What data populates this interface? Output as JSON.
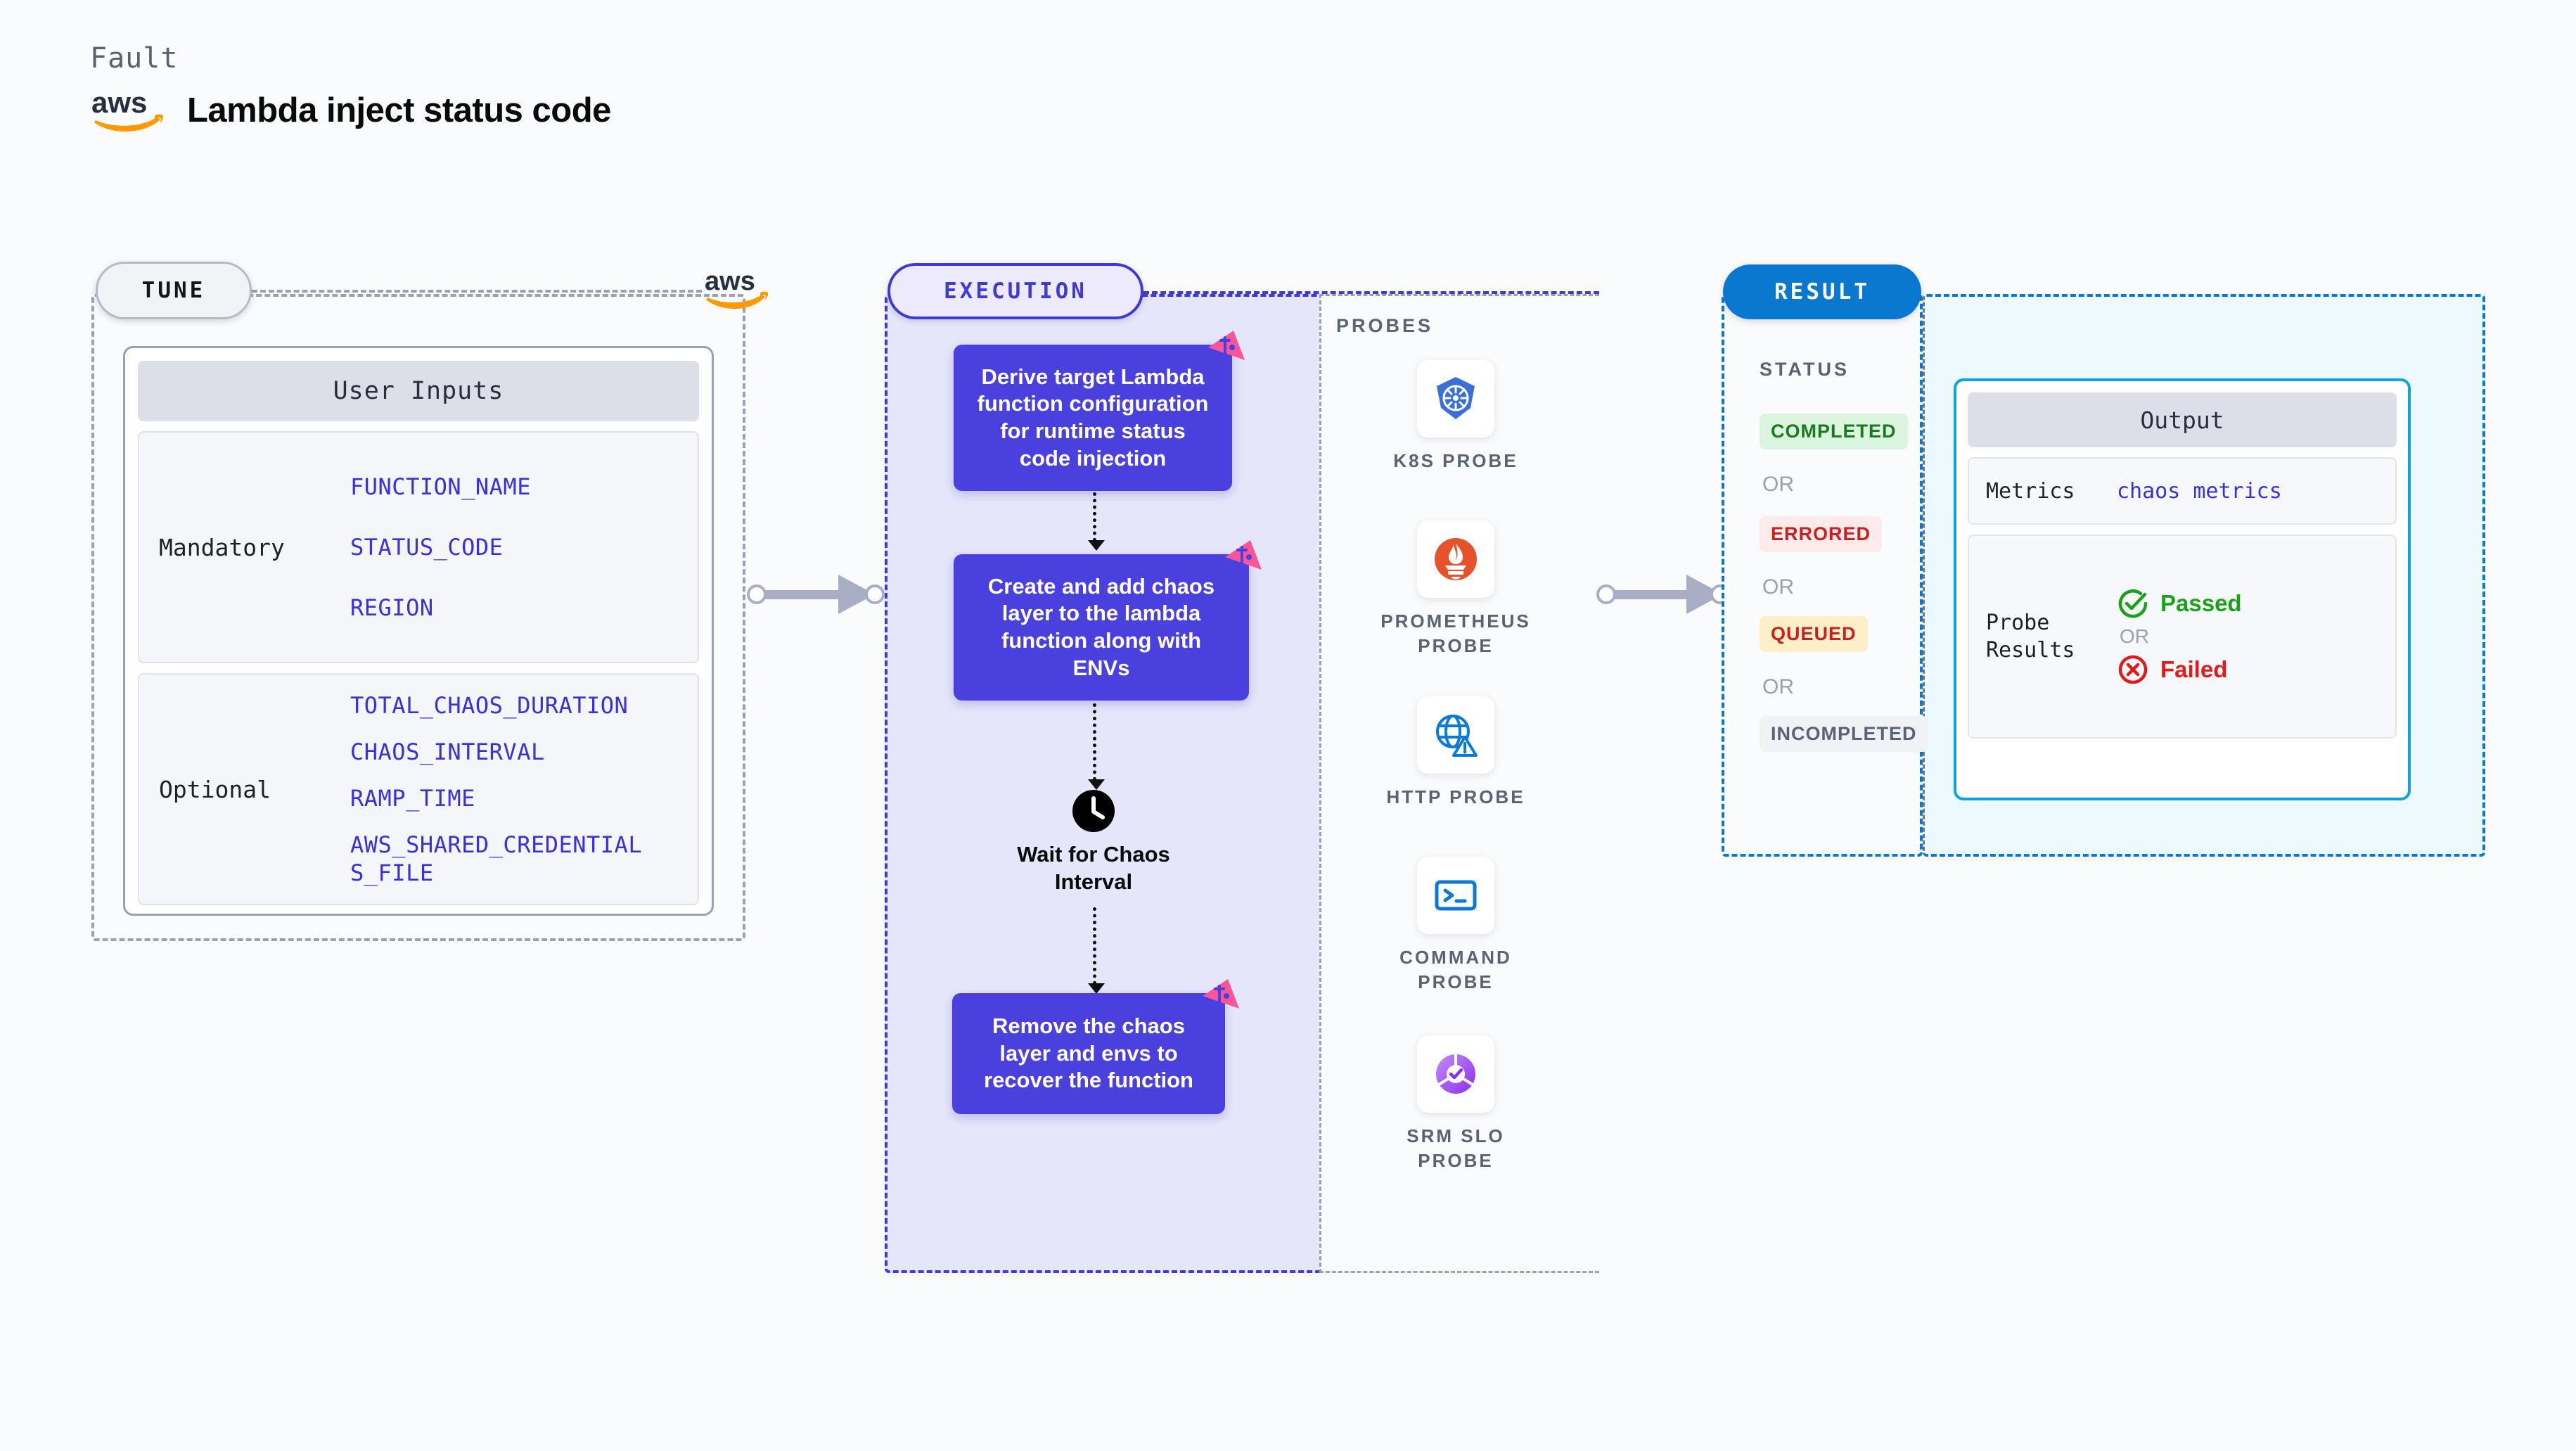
{
  "header": {
    "fault_label": "Fault",
    "logo": "aws-logo",
    "title": "Lambda inject status code"
  },
  "tune": {
    "pill_label": "TUNE",
    "card_title": "User Inputs",
    "groups": [
      {
        "label": "Mandatory",
        "vars": [
          "FUNCTION_NAME",
          "STATUS_CODE",
          "REGION"
        ]
      },
      {
        "label": "Optional",
        "vars": [
          "TOTAL_CHAOS_DURATION",
          "CHAOS_INTERVAL",
          "RAMP_TIME",
          "AWS_SHARED_CREDENTIALS_FILE"
        ]
      }
    ]
  },
  "execution": {
    "pill_label": "EXECUTION",
    "steps": [
      {
        "text": "Derive target Lambda function configuration for runtime status code injection",
        "badge": "chaos-ribbon"
      },
      {
        "text": "Create and add chaos layer to the lambda function along with ENVs",
        "badge": "chaos-ribbon"
      },
      {
        "text": "Remove the chaos layer and envs to recover the function",
        "badge": "chaos-ribbon"
      }
    ],
    "wait": {
      "icon": "clock-icon",
      "label": "Wait for Chaos Interval"
    }
  },
  "probes": {
    "section_label": "PROBES",
    "items": [
      {
        "name": "K8S PROBE",
        "icon": "kubernetes-icon"
      },
      {
        "name": "PROMETHEUS PROBE",
        "icon": "prometheus-icon"
      },
      {
        "name": "HTTP PROBE",
        "icon": "http-globe-icon"
      },
      {
        "name": "COMMAND PROBE",
        "icon": "terminal-icon"
      },
      {
        "name": "SRM SLO PROBE",
        "icon": "srm-slo-icon"
      }
    ]
  },
  "result": {
    "pill_label": "RESULT",
    "status_label": "STATUS",
    "or_text": "OR",
    "statuses": [
      {
        "label": "COMPLETED",
        "bg": "#dbf5de",
        "fg": "#1a7a1f"
      },
      {
        "label": "ERRORED",
        "bg": "#fdeaea",
        "fg": "#cc2020"
      },
      {
        "label": "QUEUED",
        "bg": "#fdf0c8",
        "fg": "#cc2020"
      },
      {
        "label": "INCOMPLETED",
        "bg": "#f1f2f6",
        "fg": "#5b6274"
      }
    ],
    "output": {
      "title": "Output",
      "metrics_key": "Metrics",
      "metrics_value": "chaos metrics",
      "probe_key": "Probe Results",
      "passed_label": "Passed",
      "failed_label": "Failed",
      "or_text": "OR",
      "passed_color": "#1aa11a",
      "failed_color": "#e01b1b"
    }
  },
  "colors": {
    "tune_border": "#9aa2b1",
    "exec_border": "#3f3ad6",
    "exec_bg": "#e6e6fb",
    "result_border": "#0b78d0",
    "output_border": "#0ea5dd",
    "step_bg": "#4a40dd",
    "ribbon": "#f9569a"
  }
}
